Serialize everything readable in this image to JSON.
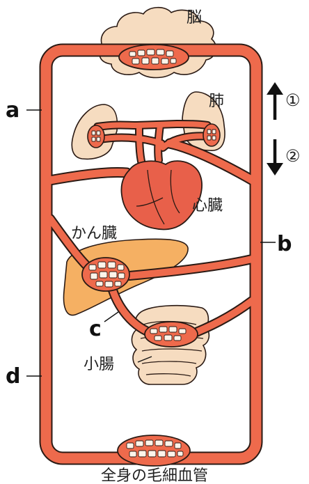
{
  "organs": {
    "brain": "脳",
    "lungs": "肺",
    "heart": "心臓",
    "liver": "かん臓",
    "small_intestine": "小腸"
  },
  "vessel_labels": {
    "a": "a",
    "b": "b",
    "c": "c",
    "d": "d"
  },
  "flow_arrows": {
    "up": "①",
    "down": "②"
  },
  "caption": "全身の毛細血管",
  "colors": {
    "vessel": "#ee6a4c",
    "vessel_outline": "#2a1a14",
    "organ_fill": "#f6dcc0",
    "liver_fill": "#f5b063",
    "heart_fill": "#e8604a"
  }
}
